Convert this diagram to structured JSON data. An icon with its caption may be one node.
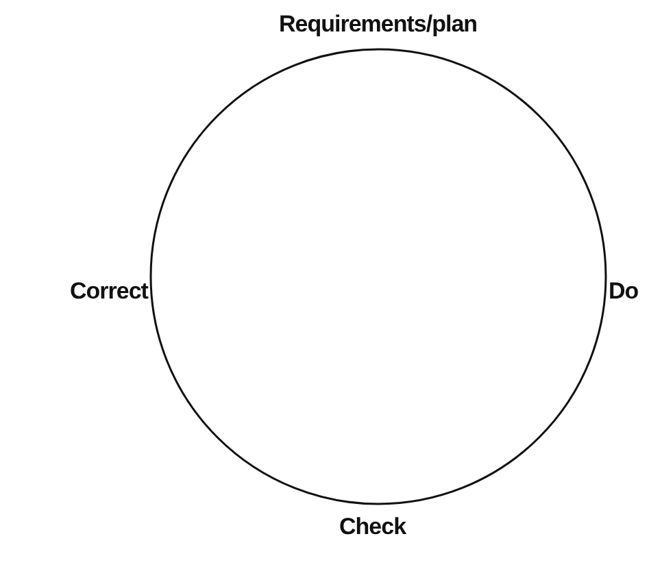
{
  "diagram": {
    "nodes": [
      {
        "text": [
          "Requirements/plan",
          "Correct",
          "Do",
          "Check"
        ]
      }
    ]
  }
}
